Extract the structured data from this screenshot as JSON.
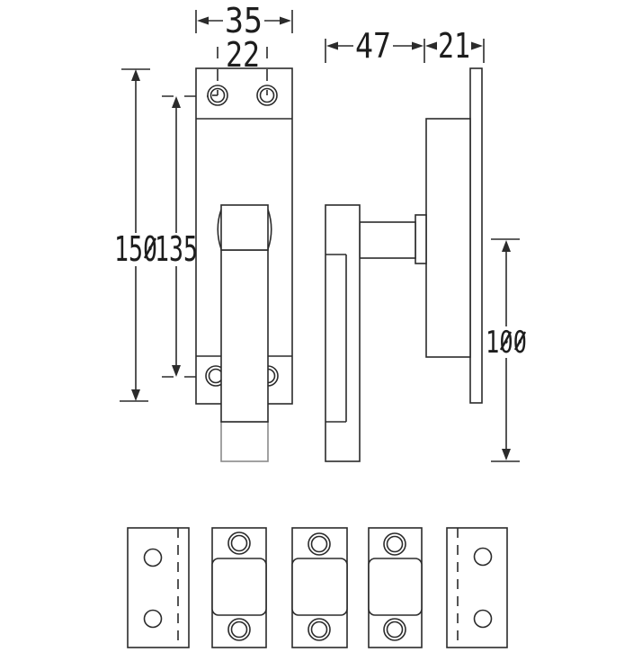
{
  "drawing": {
    "type": "technical-dimension-drawing",
    "subject": "window-espagnolette-handle-with-strike-plates",
    "dimensions": {
      "plate_width": "35",
      "screw_spacing": "22",
      "plate_height": "150",
      "screw_centers": "135",
      "handle_projection": "47",
      "backplate_depth": "21",
      "grip_length": "100"
    },
    "colors": {
      "line": "#2b2b2b",
      "light_line": "#8a8a8a",
      "text": "#1d1d1d",
      "background": "#ffffff"
    }
  }
}
